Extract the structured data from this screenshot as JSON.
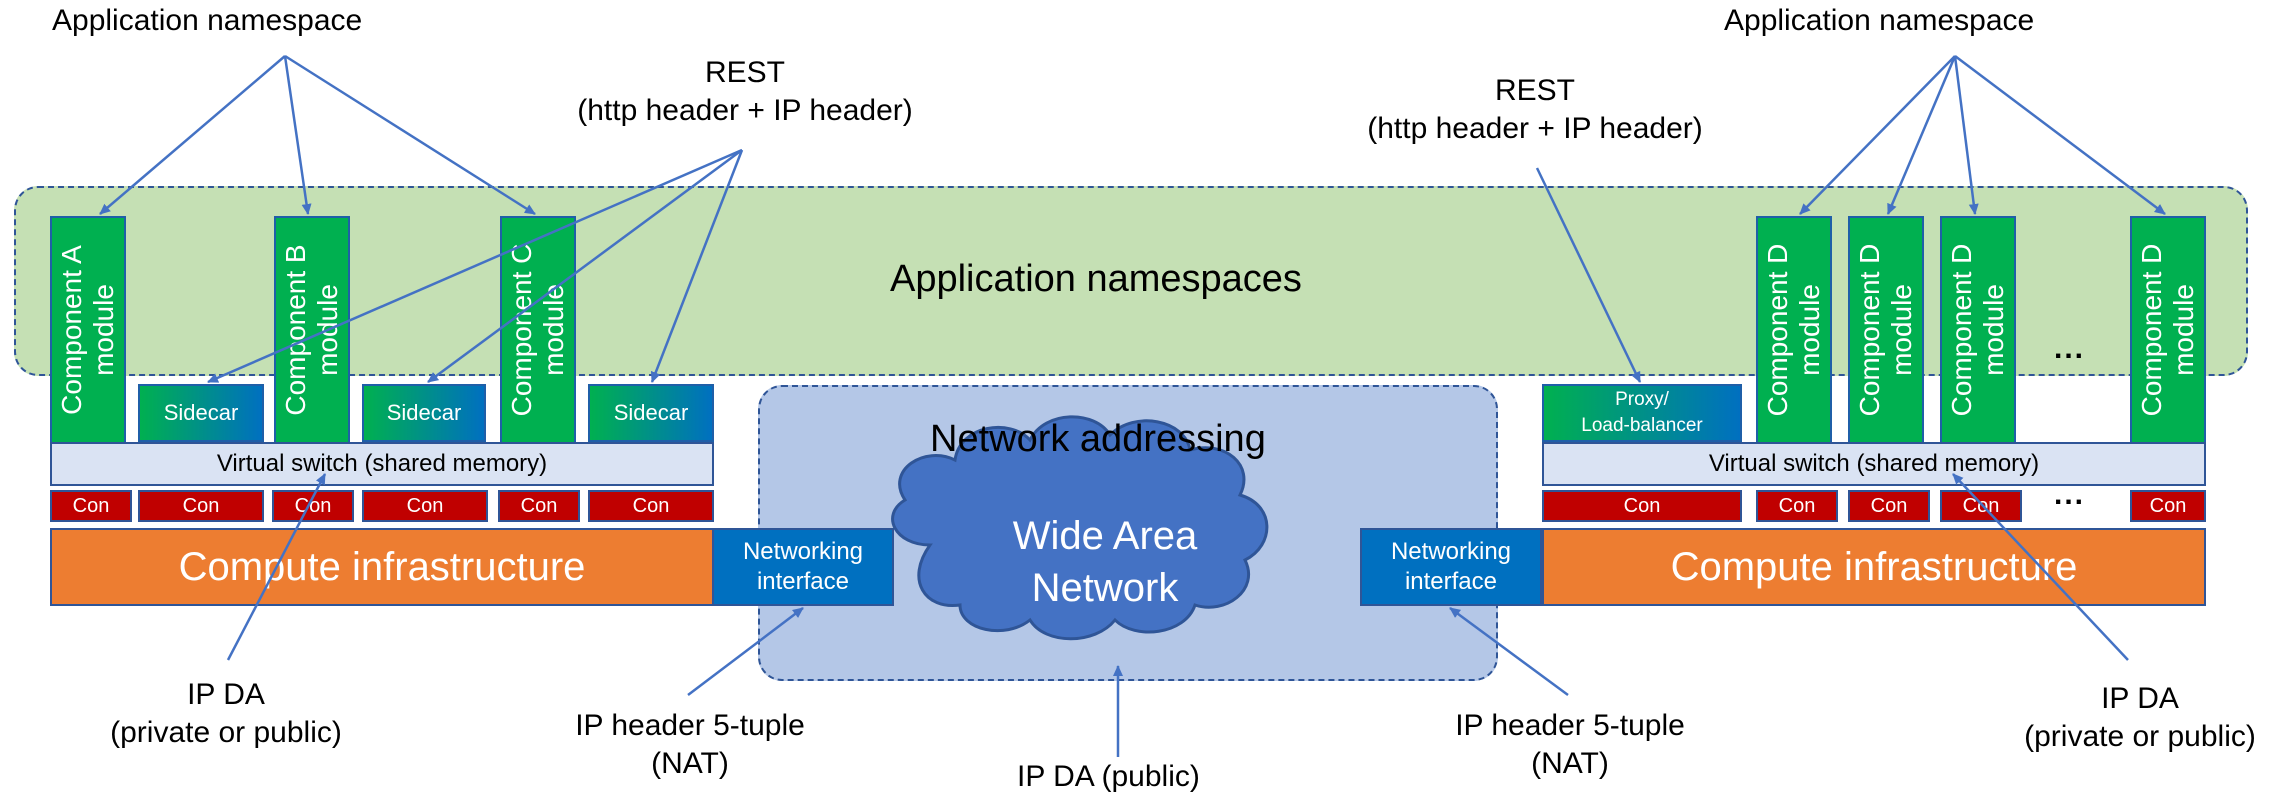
{
  "labels": {
    "app_ns_left": "Application namespace",
    "app_ns_right": "Application namespace",
    "rest_left": "REST\n(http header + IP header)",
    "rest_right": "REST\n(http header + IP header)",
    "app_namespaces": "Application namespaces",
    "network_addressing": "Network addressing",
    "wan": "Wide Area\nNetwork",
    "ip_da_left": "IP DA\n(private or public)",
    "ip_da_right": "IP DA\n(private or public)",
    "ip5_left": "IP header 5-tuple\n(NAT)",
    "ip5_right": "IP header 5-tuple\n(NAT)",
    "ip_da_public": "IP DA (public)"
  },
  "left_stack": {
    "modules": [
      "Component A\nmodule",
      "Component B\nmodule",
      "Component C\nmodule"
    ],
    "sidecars": [
      "Sidecar",
      "Sidecar",
      "Sidecar"
    ],
    "virtual_switch": "Virtual switch (shared memory)",
    "cons": [
      "Con",
      "Con",
      "Con",
      "Con",
      "Con",
      "Con"
    ],
    "compute": "Compute infrastructure",
    "netif": "Networking\ninterface"
  },
  "right_stack": {
    "modules": [
      "Component D\nmodule",
      "Component D\nmodule",
      "Component D\nmodule",
      "Component D\nmodule"
    ],
    "ellipsis_modules": "...",
    "proxy": "Proxy/\nLoad-balancer",
    "virtual_switch": "Virtual switch (shared memory)",
    "cons": [
      "Con",
      "Con",
      "Con",
      "Con",
      "Con"
    ],
    "ellipsis_cons": "...",
    "compute": "Compute infrastructure",
    "netif": "Networking\ninterface"
  },
  "colors": {
    "module_green": "#00b050",
    "namespace_green": "#c5e0b4",
    "network_blue": "#b4c7e7",
    "cloud_blue": "#4472c4",
    "con_red": "#c00000",
    "compute_orange": "#ed7d31",
    "arrow_blue": "#4472c4"
  }
}
